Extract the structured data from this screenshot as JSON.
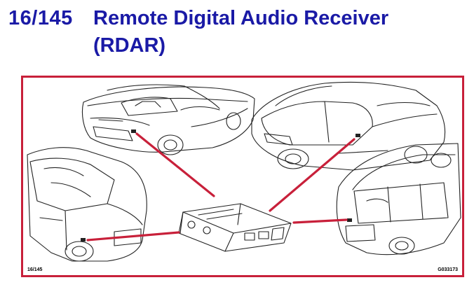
{
  "header": {
    "section_number": "16/145",
    "title_line1": "Remote Digital Audio Receiver",
    "title_line2": "(RDAR)"
  },
  "figure": {
    "footer_left": "16/145",
    "footer_right": "G033173",
    "frame_color": "#c8203a",
    "arrow_color": "#c8203a"
  }
}
